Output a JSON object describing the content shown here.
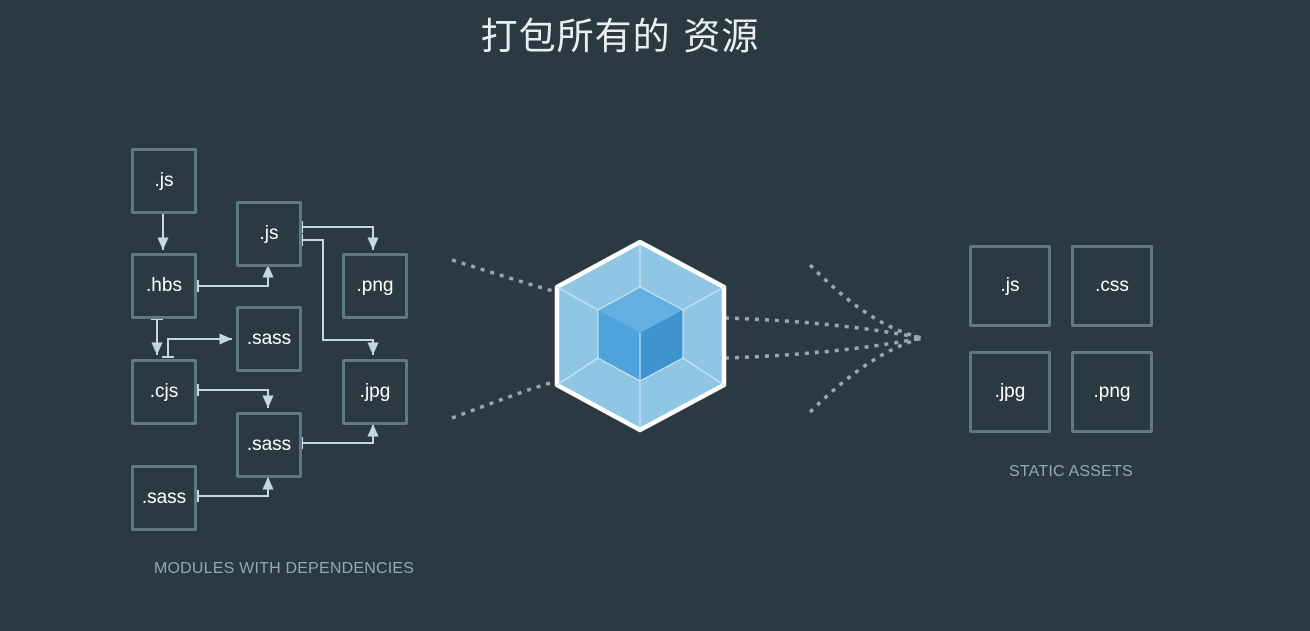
{
  "title": "打包所有的 资源",
  "modules_caption": "MODULES WITH DEPENDENCIES",
  "assets_caption": "STATIC ASSETS",
  "modules": [
    ".js",
    ".hbs",
    ".cjs",
    ".sass",
    ".js",
    ".sass",
    ".sass",
    ".png",
    ".jpg"
  ],
  "assets": [
    ".js",
    ".css",
    ".jpg",
    ".png"
  ],
  "colors": {
    "background": "#2b3a42",
    "box_border": "#5f7984",
    "arrow": "#c4d8e1",
    "cube_outer": "#8ec6e4",
    "cube_inner": "#4ea3dc"
  },
  "icon": "webpack-cube-icon"
}
